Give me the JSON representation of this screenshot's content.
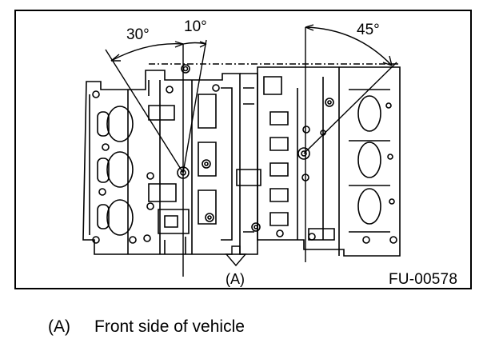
{
  "figure": {
    "angles": {
      "left_outer": "30°",
      "left_inner": "10°",
      "right": "45°"
    },
    "marker": "(A)",
    "code": "FU-00578"
  },
  "legend": [
    {
      "marker": "(A)",
      "text": "Front side of vehicle"
    }
  ],
  "icons": {
    "direction_arrow": "down-arrow-icon"
  }
}
